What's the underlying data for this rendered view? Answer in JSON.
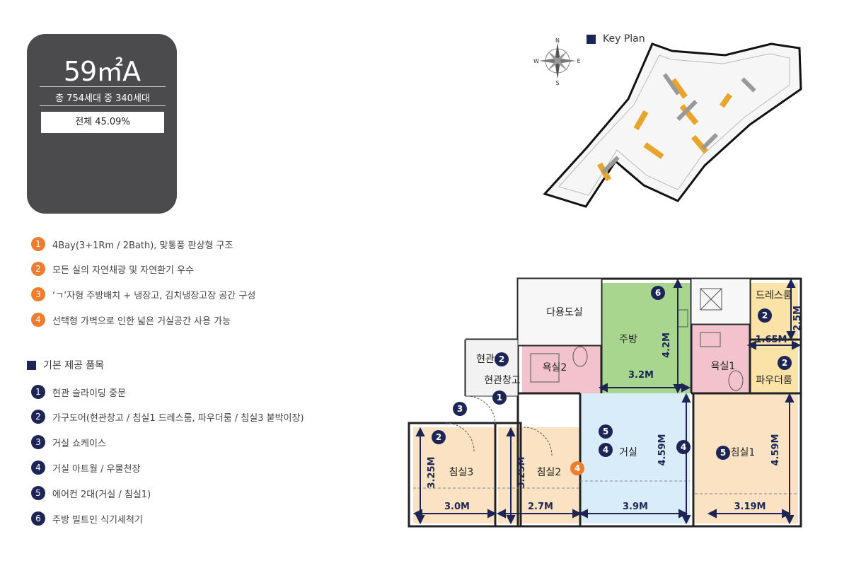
{
  "unit": {
    "type": "59㎡A",
    "households": "총  754세대 중 340세대",
    "ratio": "전체 45.09%"
  },
  "features": [
    {
      "num": "1",
      "text": "4Bay(3+1Rm / 2Bath), 맞통풍 판상형 구조"
    },
    {
      "num": "2",
      "text": "모든 실의 자연채광 및 자연환기 우수"
    },
    {
      "num": "3",
      "text": "‘ㄱ’자형 주방배치 + 냉장고, 김치냉장고장 공간 구성"
    },
    {
      "num": "4",
      "text": "선택형 가벽으로 인한 넓은 거실공간 사용 가능"
    }
  ],
  "basic": {
    "title": "기본 제공 품목",
    "items": [
      {
        "num": "1",
        "text": "현관 슬라이딩 중문"
      },
      {
        "num": "2",
        "text": "가구도어(현관창고 / 침실1 드레스룸, 파우더룸 / 침실3 붙박이장)"
      },
      {
        "num": "3",
        "text": "거실 쇼케이스"
      },
      {
        "num": "4",
        "text": "거실 아트월 / 우물천장"
      },
      {
        "num": "5",
        "text": "에어컨 2대(거실 / 침실1)"
      },
      {
        "num": "6",
        "text": "주방 빌트인 식기세척기"
      }
    ]
  },
  "keyplan": {
    "label": "Key Plan",
    "compass": {
      "n": "N",
      "s": "S",
      "e": "E",
      "w": "W"
    }
  },
  "plan": {
    "rooms": {
      "multi": "다용도실",
      "kitchen": "주방",
      "dress": "드레스룸",
      "bath2": "욕실2",
      "bath1": "욕실1",
      "powder": "파우더룸",
      "entrance": "현관",
      "storage": "현관창고",
      "bed3": "침실3",
      "bed2": "침실2",
      "living": "거실",
      "bed1": "침실1"
    },
    "dims": {
      "kitchen_h": "4.2M",
      "kitchen_w": "3.2M",
      "dress_h": "2.5M",
      "dress_w": "1.65M",
      "bed3_h": "3.25M",
      "bed3_w": "3.0M",
      "bed2_h": "3.25M",
      "bed2_w": "2.7M",
      "living_h": "4.59M",
      "living_w": "3.9M",
      "bed1_h": "4.59M",
      "bed1_w": "3.19M"
    },
    "markers": {
      "m1": "1",
      "m2": "2",
      "m3": "3",
      "m4": "4",
      "m5": "5",
      "m6": "6"
    }
  },
  "colors": {
    "card": "#4b4b4d",
    "orange": "#ef7d2d",
    "navy": "#1d2556",
    "bath": "#f2c3cc",
    "kitchen": "#a9d68f",
    "dress": "#fbe3a8",
    "bedroom": "#fbe2c3",
    "living": "#d9ecf9"
  }
}
